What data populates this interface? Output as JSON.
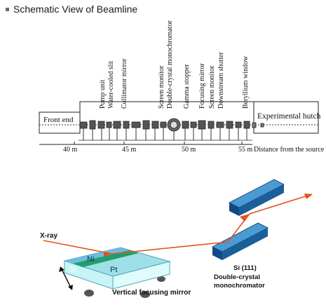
{
  "header": {
    "title": "Schematic View of Beamline"
  },
  "beamline": {
    "components": [
      "Pump unit",
      "Water-cooled slit",
      "Collimator mirror",
      "Screen monitor",
      "Double-crystal monochromator",
      "Gamma stopper",
      "Focusing mirror",
      "Screen monitor",
      "Downstream shutter",
      "Beryllium window"
    ],
    "front_end": "Front end",
    "hutch": "Experimental hutch",
    "axis": {
      "ticks": [
        "40 m",
        "45 m",
        "50 m",
        "55 m"
      ],
      "caption": "Distance from the source"
    }
  },
  "optics": {
    "xray": "X-ray",
    "mirror_layers": [
      "Ni",
      "Si",
      "Pt"
    ],
    "mirror_caption": "Vertical focusing mirror",
    "crystal_label": "Si (111)",
    "mono_caption_1": "Double-crystal",
    "mono_caption_2": "monochromator"
  },
  "colors": {
    "beam": "#e8501e",
    "crystal": "#1a5f99",
    "crystal_top": "#4a9ad4",
    "mirror_top": "#b7f0f2",
    "mirror_ni": "#7fd0e6",
    "mirror_si": "#1f9f6a"
  }
}
